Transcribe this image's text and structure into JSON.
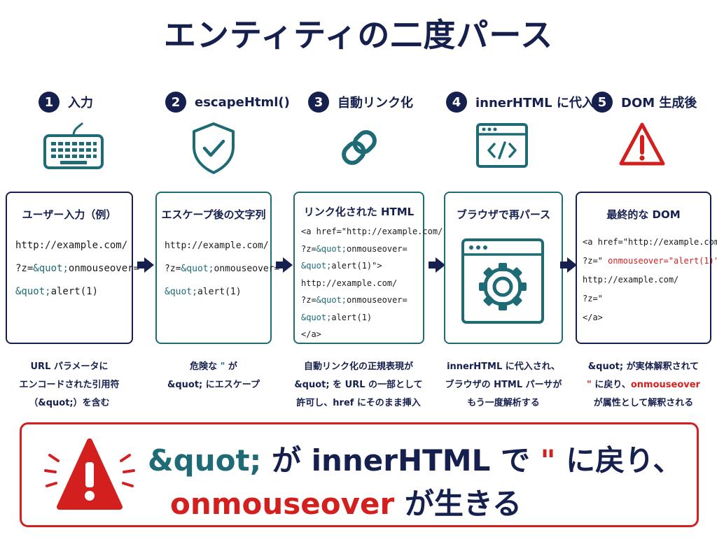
{
  "title": "エンティティの二度パース",
  "steps": [
    {
      "num": "1",
      "label": "入力"
    },
    {
      "num": "2",
      "label": "escapeHtml()"
    },
    {
      "num": "3",
      "label": "自動リンク化"
    },
    {
      "num": "4",
      "label": "innerHTML に代入"
    },
    {
      "num": "5",
      "label": "DOM 生成後"
    }
  ],
  "boxes": {
    "b1": {
      "title": "ユーザー入力（例）",
      "l1": "http://example.com/",
      "l2a": "?z=",
      "l2b": "&quot;",
      "l2c": "onmouseover=",
      "l3a": "&quot;",
      "l3b": "alert(1)"
    },
    "b2": {
      "title": "エスケープ後の文字列",
      "l1": "http://example.com/",
      "l2a": "?z=",
      "l2b": "&quot;",
      "l2c": "onmouseover=",
      "l3a": "&quot;",
      "l3b": "alert(1)"
    },
    "b3": {
      "title": "リンク化された HTML",
      "l1": "<a href=\"http://example.com/",
      "l2a": "?z=",
      "l2b": "&quot;",
      "l2c": "onmouseover=",
      "l3a": "&quot;",
      "l3b": "alert(1)\">",
      "l4": "http://example.com/",
      "l5a": "?z=",
      "l5b": "&quot;",
      "l5c": "onmouseover=",
      "l6a": "&quot;",
      "l6b": "alert(1)",
      "l7": "</a>"
    },
    "b4": {
      "title": "ブラウザで再パース"
    },
    "b5": {
      "title": "最終的な DOM",
      "l1": "<a href=\"http://example.com/",
      "l2a": "?z=\"",
      "l2b": " onmouseover=\"alert(1)\"",
      "l2c": ">",
      "l3": "http://example.com/",
      "l4": "?z=\"",
      "l5": "</a>"
    }
  },
  "captions": {
    "c1": {
      "l1": "URL パラメータに",
      "l2": "エンコードされた引用符",
      "l3": "（&quot;）を含む"
    },
    "c2": {
      "l1a": "危険な ",
      "l1b": "\"",
      "l1c": " が",
      "l2a": "&quot;",
      "l2b": " にエスケープ"
    },
    "c3": {
      "l1": "自動リンク化の正規表現が",
      "l2a": "&quot;",
      "l2b": " を URL の一部として",
      "l3": "許可し、href にそのまま挿入"
    },
    "c4": {
      "l1": "innerHTML に代入され、",
      "l2": "ブラウザの HTML パーサが",
      "l3": "もう一度解析する"
    },
    "c5": {
      "l1a": "&quot;",
      "l1b": " が実体解釈されて",
      "l2a": "\"",
      "l2b": " に戻り、",
      "l2c": "onmouseover",
      "l3": "が属性として解釈される"
    }
  },
  "banner": {
    "l1a": "&quot;",
    "l1b": " が innerHTML で ",
    "l1c": "\"",
    "l1d": " に戻り、",
    "l2a": "onmouseover",
    "l2b": " が生きる"
  },
  "colors": {
    "navy": "#16204f",
    "teal": "#1e6b75",
    "red": "#d41f1f"
  }
}
